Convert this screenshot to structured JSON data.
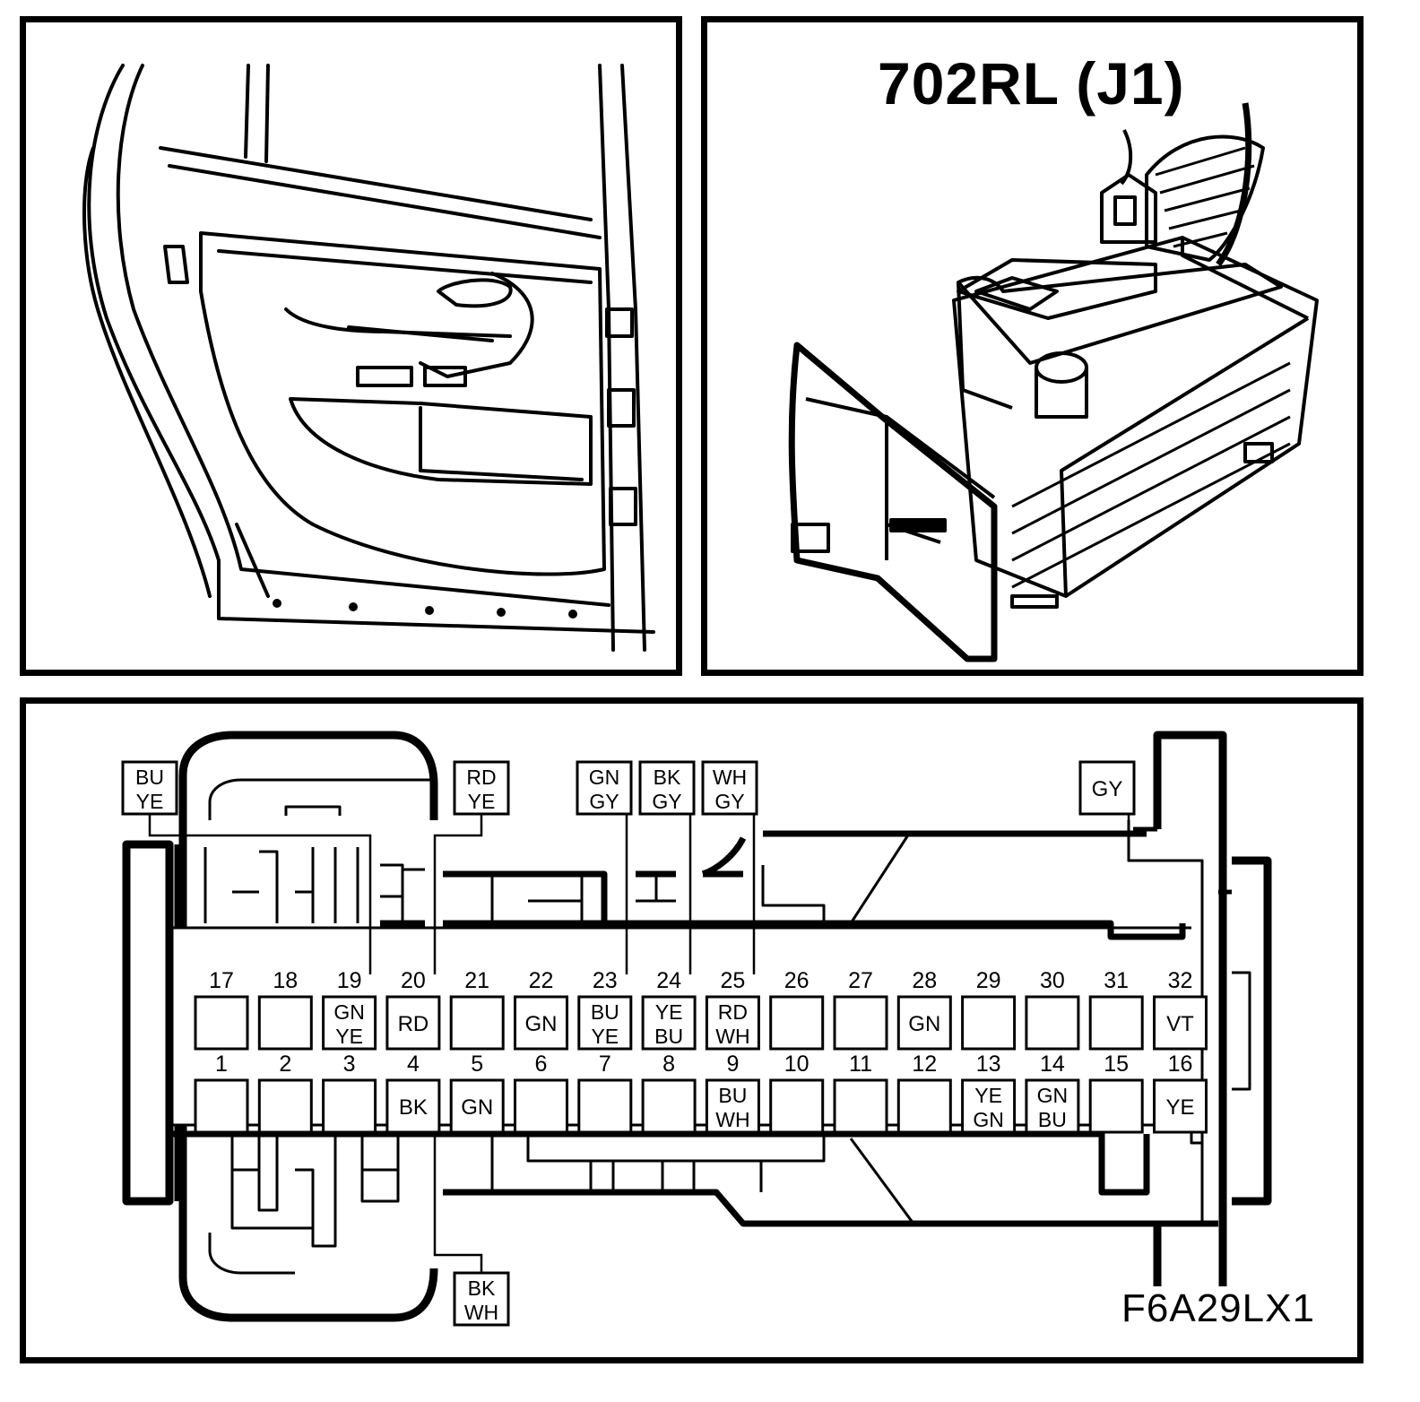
{
  "connector_title": "702RL (J1)",
  "figure_code": "F6A29LX1",
  "pins": {
    "row_top": [
      "17",
      "18",
      "19",
      "20",
      "21",
      "22",
      "23",
      "24",
      "25",
      "26",
      "27",
      "28",
      "29",
      "30",
      "31",
      "32"
    ],
    "row_bottom": [
      "1",
      "2",
      "3",
      "4",
      "5",
      "6",
      "7",
      "8",
      "9",
      "10",
      "11",
      "12",
      "13",
      "14",
      "15",
      "16"
    ]
  },
  "wire_colors_in_cavity": {
    "19": [
      "GN",
      "YE"
    ],
    "20": [
      "RD"
    ],
    "22": [
      "GN"
    ],
    "23": [
      "BU",
      "YE"
    ],
    "24": [
      "YE",
      "BU"
    ],
    "25": [
      "RD",
      "WH"
    ],
    "28": [
      "GN"
    ],
    "32": [
      "VT"
    ],
    "4": [
      "BK"
    ],
    "5": [
      "GN"
    ],
    "9": [
      "BU",
      "WH"
    ],
    "13": [
      "YE",
      "GN"
    ],
    "14": [
      "GN",
      "BU"
    ],
    "16": [
      "YE"
    ]
  },
  "callouts": [
    {
      "id": "bu-ye",
      "lines": [
        "BU",
        "YE"
      ]
    },
    {
      "id": "rd-ye",
      "lines": [
        "RD",
        "YE"
      ]
    },
    {
      "id": "gn-gy",
      "lines": [
        "GN",
        "GY"
      ]
    },
    {
      "id": "bk-gy",
      "lines": [
        "BK",
        "GY"
      ]
    },
    {
      "id": "wh-gy",
      "lines": [
        "WH",
        "GY"
      ]
    },
    {
      "id": "gy",
      "lines": [
        "GY"
      ]
    },
    {
      "id": "bk-wh",
      "lines": [
        "BK",
        "WH"
      ]
    }
  ]
}
